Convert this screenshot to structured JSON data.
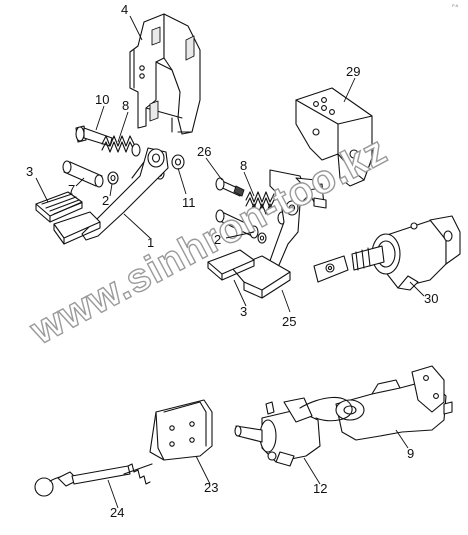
{
  "diagram": {
    "corner_note": "P A",
    "watermark": "www.sinhron-too.kz",
    "callouts": {
      "c4": "4",
      "c29": "29",
      "c10": "10",
      "c8a": "8",
      "c26": "26",
      "c8b": "8",
      "c3a": "3",
      "c11": "11",
      "c7": "7",
      "c2a": "2",
      "c1": "1",
      "c2b": "2",
      "c3b": "3",
      "c25": "25",
      "c30": "30",
      "c9": "9",
      "c23": "23",
      "c12": "12",
      "c24": "24"
    },
    "parts": [
      {
        "id": "pedal-bracket",
        "number": "4"
      },
      {
        "id": "mounting-bracket",
        "number": "29"
      },
      {
        "id": "pivot-bolt",
        "number": "10"
      },
      {
        "id": "return-spring",
        "number": "8"
      },
      {
        "id": "bolt",
        "number": "26"
      },
      {
        "id": "pedal-pad",
        "number": "3"
      },
      {
        "id": "washer",
        "number": "11"
      },
      {
        "id": "bushing",
        "number": "7"
      },
      {
        "id": "washer",
        "number": "2"
      },
      {
        "id": "clutch-pedal-lever",
        "number": "1"
      },
      {
        "id": "brake-pedal-lever",
        "number": "25"
      },
      {
        "id": "master-cylinder",
        "number": "30"
      },
      {
        "id": "slave-cylinder",
        "number": "9"
      },
      {
        "id": "cylinder-bracket",
        "number": "23"
      },
      {
        "id": "master-cylinder-assembly",
        "number": "12"
      },
      {
        "id": "push-rod",
        "number": "24"
      }
    ]
  }
}
